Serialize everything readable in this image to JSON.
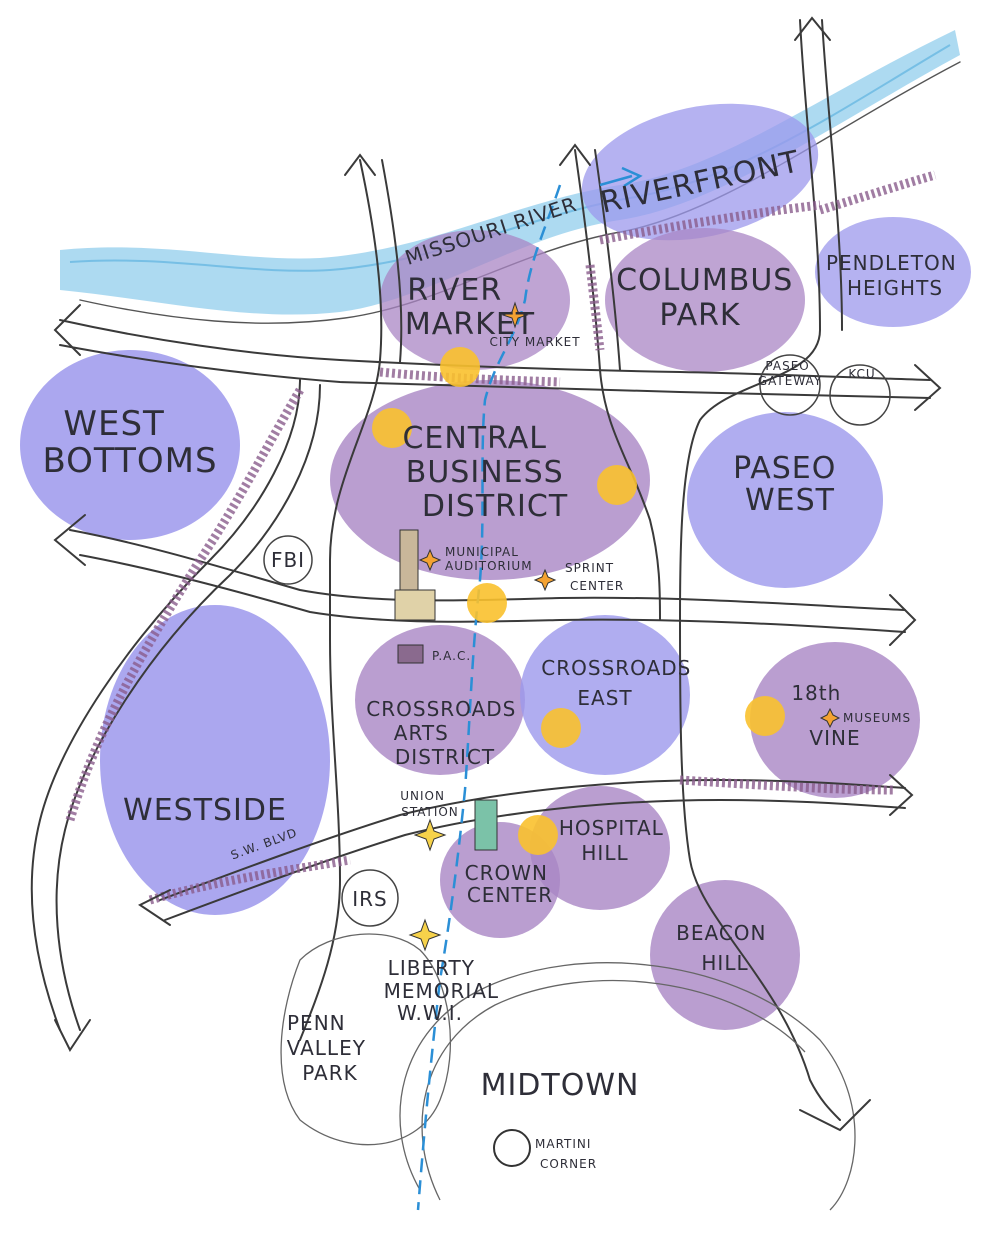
{
  "river": {
    "label": "MISSOURI RIVER",
    "color": "#9fd3ee"
  },
  "colors": {
    "district_purple": "#a986c4",
    "district_blue": "#9c98ec",
    "node_yellow": "#f9c12e",
    "streetcar_line": "#2b8fd6"
  },
  "districts": [
    {
      "id": "riverfront",
      "lines": [
        "RIVERFRONT"
      ],
      "tone": "blue"
    },
    {
      "id": "river-market",
      "lines": [
        "RIVER",
        "MARKET"
      ],
      "tone": "purple"
    },
    {
      "id": "columbus-park",
      "lines": [
        "COLUMBUS",
        "PARK"
      ],
      "tone": "purple"
    },
    {
      "id": "pendleton-heights",
      "lines": [
        "PENDLETON",
        "HEIGHTS"
      ],
      "tone": "blue"
    },
    {
      "id": "west-bottoms",
      "lines": [
        "WEST",
        "BOTTOMS"
      ],
      "tone": "blue"
    },
    {
      "id": "central-business-district",
      "lines": [
        "CENTRAL",
        "BUSINESS",
        "DISTRICT"
      ],
      "tone": "purple"
    },
    {
      "id": "paseo-west",
      "lines": [
        "PASEO",
        "WEST"
      ],
      "tone": "blue"
    },
    {
      "id": "crossroads-arts-district",
      "lines": [
        "CROSSROADS",
        "ARTS",
        "DISTRICT"
      ],
      "tone": "purple"
    },
    {
      "id": "crossroads-east",
      "lines": [
        "CROSSROADS",
        "EAST"
      ],
      "tone": "blue"
    },
    {
      "id": "18th-vine",
      "lines": [
        "18th",
        "VINE"
      ],
      "tone": "purple"
    },
    {
      "id": "westside",
      "lines": [
        "WESTSIDE"
      ],
      "tone": "blue"
    },
    {
      "id": "hospital-hill",
      "lines": [
        "HOSPITAL",
        "HILL"
      ],
      "tone": "purple"
    },
    {
      "id": "crown-center",
      "lines": [
        "CROWN",
        "CENTER"
      ],
      "tone": "purple"
    },
    {
      "id": "beacon-hill",
      "lines": [
        "BEACON",
        "HILL"
      ],
      "tone": "purple"
    }
  ],
  "landmarks": {
    "city_market": "CITY MARKET",
    "fbi": "FBI",
    "municipal_auditorium": [
      "MUNICIPAL",
      "AUDITORIUM"
    ],
    "sprint_center": [
      "SPRINT",
      "CENTER"
    ],
    "pac": "P.A.C.",
    "union_station": [
      "UNION",
      "STATION"
    ],
    "sw_blvd": [
      "S.W.",
      "BLVD"
    ],
    "irs": "IRS",
    "liberty_memorial": [
      "LIBERTY",
      "MEMORIAL",
      "W.W.I."
    ],
    "penn_valley_park": [
      "PENN",
      "VALLEY",
      "PARK"
    ],
    "midtown": "MIDTOWN",
    "martini_corner": [
      "MARTINI",
      "CORNER"
    ],
    "paseo_gateway": [
      "PASEO",
      "GATEWAY"
    ],
    "kcu": "KCU",
    "museums": "MUSEUMS"
  }
}
